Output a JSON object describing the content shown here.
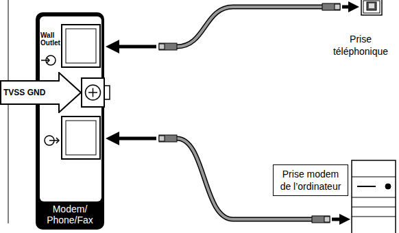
{
  "diagram": {
    "nodes": [
      {
        "text": [
          "Wall Outlet",
          "Modem/ Phone/Fax"
        ]
      },
      {
        "text": [
          "TVSS GND"
        ]
      },
      {
        "text": [
          "Prise modem de l’ordinateur"
        ]
      }
    ],
    "labels": [
      "Prise téléphonique"
    ]
  }
}
